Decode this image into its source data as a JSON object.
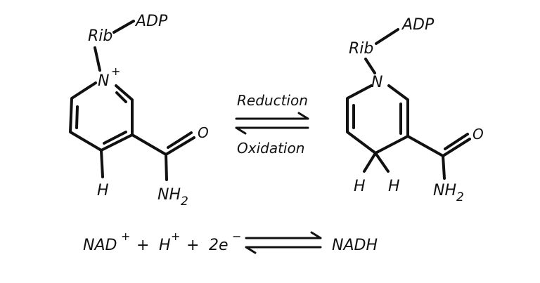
{
  "left_molecule": {
    "rib": "Rib",
    "adp": "ADP",
    "nitrogen": "N",
    "nitrogen_charge": "+",
    "oxygen": "O",
    "amide_n": "NH",
    "amide_sub": "2",
    "hydrogen": "H"
  },
  "right_molecule": {
    "rib": "Rib",
    "adp": "ADP",
    "nitrogen": "N",
    "oxygen": "O",
    "amide_n": "NH",
    "amide_sub": "2",
    "hydrogen_left": "H",
    "hydrogen_right": "H"
  },
  "reaction": {
    "forward_label": "Reduction",
    "reverse_label": "Oxidation"
  },
  "equation": {
    "nad": "NAD",
    "nad_charge": "+",
    "plus_1": "+",
    "proton": "H",
    "proton_charge": "+",
    "plus_2": "+",
    "electrons": "2e",
    "electron_charge": "−",
    "nadh": "NADH"
  },
  "colors": {
    "ink": "#111111",
    "background": "#ffffff"
  }
}
